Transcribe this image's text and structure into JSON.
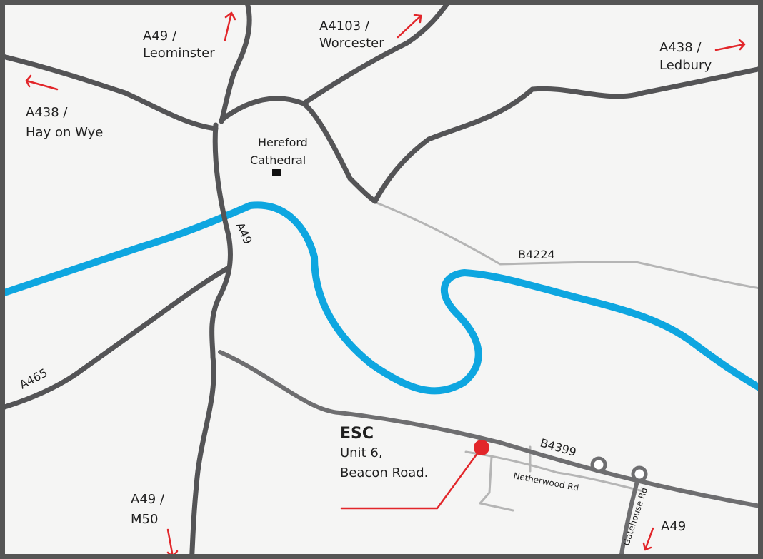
{
  "colors": {
    "background": "#f5f5f4",
    "frame": "#555555",
    "major_road": "#545456",
    "secondary_road": "#6e6e70",
    "minor_road": "#b5b5b5",
    "river": "#0ea6e0",
    "arrow": "#e2262a",
    "marker": "#e2262a"
  },
  "destinations": {
    "leominster": {
      "line1": "A49 /",
      "line2": "Leominster"
    },
    "worcester": {
      "line1": "A4103 /",
      "line2": "Worcester"
    },
    "ledbury": {
      "line1": "A438 /",
      "line2": "Ledbury"
    },
    "hay_on_wye": {
      "line1": "A438 /",
      "line2": "Hay on Wye"
    },
    "m50": {
      "line1": "A49 /",
      "line2": "M50"
    },
    "a49_south": {
      "line1": "A49"
    }
  },
  "landmark": {
    "line1": "Hereford",
    "line2": "Cathedral",
    "icon": "cathedral-square-icon"
  },
  "roads": {
    "a49": "A49",
    "a465": "A465",
    "b4224": "B4224",
    "b4399": "B4399",
    "netherwood": "Netherwood Rd",
    "gatehouse": "Gatehouse Rd"
  },
  "location": {
    "name": "ESC",
    "line1": "Unit 6,",
    "line2": "Beacon Road.",
    "icon": "location-dot-icon"
  }
}
